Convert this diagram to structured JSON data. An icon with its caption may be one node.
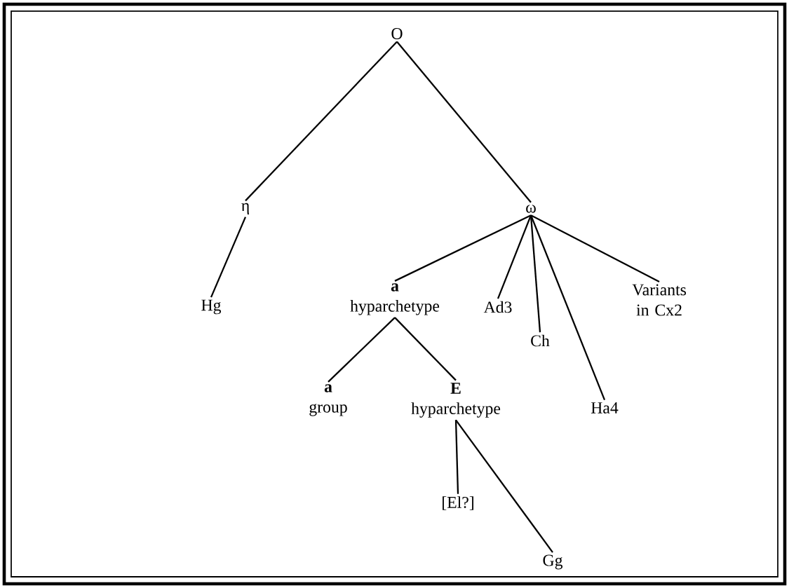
{
  "diagram": {
    "nodes": [
      {
        "text": [
          "O"
        ]
      },
      {
        "text": [
          "η"
        ]
      },
      {
        "text": [
          "ω"
        ]
      },
      {
        "text": [
          "Hg"
        ]
      },
      {
        "text": [
          "a",
          "hyparchetype"
        ]
      },
      {
        "text": [
          "Ad3"
        ]
      },
      {
        "text": [
          "Ch"
        ]
      },
      {
        "text": [
          "Ha4"
        ]
      },
      {
        "text": [
          "Variants in Cx2"
        ]
      },
      {
        "text": [
          "a",
          "group"
        ]
      },
      {
        "text": [
          "E",
          "hyparchetype"
        ]
      },
      {
        "text": [
          "[El?]"
        ]
      },
      {
        "text": [
          "Gg"
        ]
      }
    ],
    "edges": [
      {
        "from": 0,
        "to": 1,
        "arrow": "none"
      },
      {
        "from": 0,
        "to": 2,
        "arrow": "none"
      },
      {
        "from": 1,
        "to": 3,
        "arrow": "none"
      },
      {
        "from": 2,
        "to": 4,
        "arrow": "none"
      },
      {
        "from": 2,
        "to": 5,
        "arrow": "none"
      },
      {
        "from": 2,
        "to": 6,
        "arrow": "none"
      },
      {
        "from": 2,
        "to": 7,
        "arrow": "none"
      },
      {
        "from": 2,
        "to": 8,
        "arrow": "none"
      },
      {
        "from": 4,
        "to": 9,
        "arrow": "none"
      },
      {
        "from": 4,
        "to": 10,
        "arrow": "none"
      },
      {
        "from": 10,
        "to": 11,
        "arrow": "none"
      },
      {
        "from": 10,
        "to": 12,
        "arrow": "none"
      }
    ]
  }
}
